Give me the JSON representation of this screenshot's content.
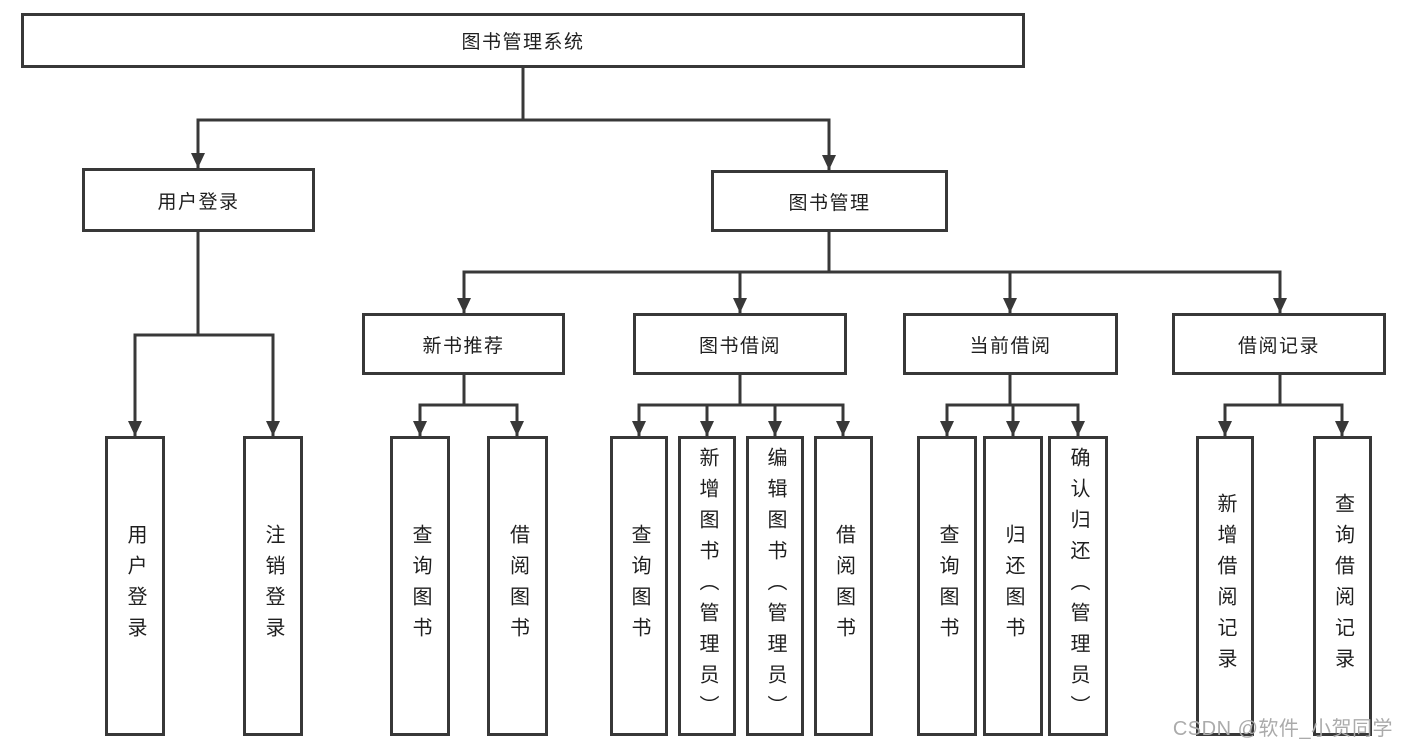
{
  "title": "图书管理系统",
  "tree": {
    "root": {
      "label": "图书管理系统"
    },
    "branches": [
      {
        "label": "用户登录",
        "children": [
          {
            "label": "用户登录"
          },
          {
            "label": "注销登录"
          }
        ]
      },
      {
        "label": "图书管理",
        "children": [
          {
            "label": "新书推荐",
            "children": [
              {
                "label": "查询图书"
              },
              {
                "label": "借阅图书"
              }
            ]
          },
          {
            "label": "图书借阅",
            "children": [
              {
                "label": "查询图书"
              },
              {
                "label": "新增图书（管理员）"
              },
              {
                "label": "编辑图书（管理员）"
              },
              {
                "label": "借阅图书"
              }
            ]
          },
          {
            "label": "当前借阅",
            "children": [
              {
                "label": "查询图书"
              },
              {
                "label": "归还图书"
              },
              {
                "label": "确认归还（管理员）"
              }
            ]
          },
          {
            "label": "借阅记录",
            "children": [
              {
                "label": "新增借阅记录"
              },
              {
                "label": "查询借阅记录"
              }
            ]
          }
        ]
      }
    ]
  },
  "watermark": {
    "text": "CSDN @软件_小贺同学"
  },
  "colors": {
    "line": "#383838",
    "box_border": "#383838",
    "text": "#1f1f1f",
    "watermark": "#ababab",
    "background": "#ffffff"
  }
}
